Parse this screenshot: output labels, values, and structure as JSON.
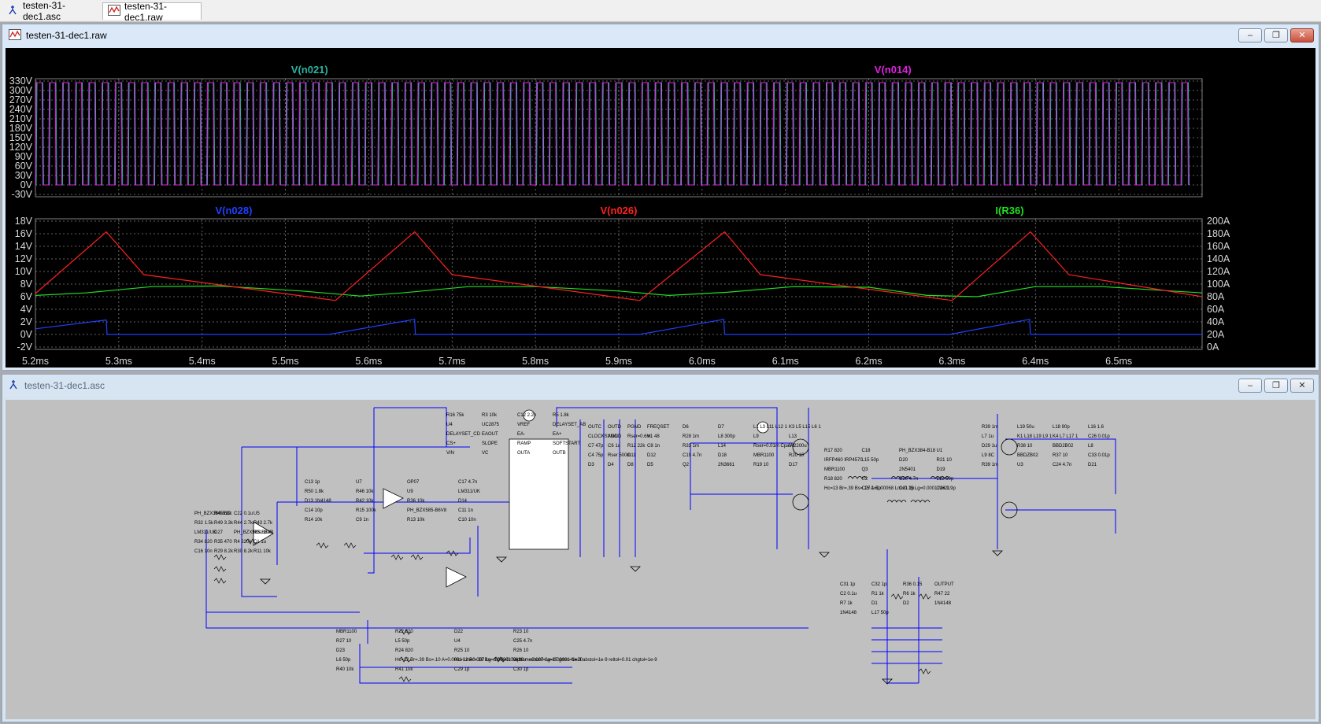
{
  "tabs": [
    {
      "label": "testen-31-dec1.asc",
      "icon": "schematic-icon"
    },
    {
      "label": "testen-31-dec1.raw",
      "icon": "waveform-icon"
    }
  ],
  "plot_window": {
    "title": "testen-31-dec1.raw",
    "icon": "waveform-icon",
    "buttons": {
      "minimize": "–",
      "restore": "❐",
      "close": "✕"
    }
  },
  "schematic_window": {
    "title": "testen-31-dec1.asc",
    "icon": "schematic-icon",
    "buttons": {
      "minimize": "–",
      "restore": "❐",
      "close": "✕"
    }
  },
  "colors": {
    "plot_bg": "#000000",
    "grid": "#808080",
    "trace_n021": "#2bb3a0",
    "trace_n014": "#e020e0",
    "trace_n028": "#2040ff",
    "trace_n026": "#ff2020",
    "trace_r36": "#20e020",
    "schematic_bg": "#c0c0c0",
    "wire": "#0000ff"
  },
  "chart_data": [
    {
      "type": "line",
      "pane": "top",
      "series": [
        {
          "name": "V(n021)",
          "shape": "square-wave",
          "low": 0,
          "high": 325
        },
        {
          "name": "V(n014)",
          "shape": "square-wave",
          "low": 0,
          "high": 325
        }
      ],
      "yticks": [
        "330V",
        "300V",
        "270V",
        "240V",
        "210V",
        "180V",
        "150V",
        "120V",
        "90V",
        "60V",
        "30V",
        "0V",
        "-30V"
      ],
      "ylim": [
        -30,
        330
      ],
      "xlim": [
        5.2,
        6.6
      ],
      "grid": true
    },
    {
      "type": "line",
      "pane": "bottom",
      "xticks": [
        "5.2ms",
        "5.3ms",
        "5.4ms",
        "5.5ms",
        "5.6ms",
        "5.7ms",
        "5.8ms",
        "5.9ms",
        "6.0ms",
        "6.1ms",
        "6.2ms",
        "6.3ms",
        "6.4ms",
        "6.5ms"
      ],
      "xlim": [
        5.2,
        6.6
      ],
      "yticks_left": [
        "18V",
        "16V",
        "14V",
        "12V",
        "10V",
        "8V",
        "6V",
        "4V",
        "2V",
        "0V",
        "-2V"
      ],
      "ylim_left": [
        -2,
        18
      ],
      "yticks_right": [
        "200A",
        "180A",
        "160A",
        "140A",
        "120A",
        "100A",
        "80A",
        "60A",
        "40A",
        "20A",
        "0A"
      ],
      "ylim_right": [
        0,
        200
      ],
      "grid": true,
      "series": [
        {
          "name": "V(n028)",
          "axis": "left",
          "x": [
            5.2,
            5.285,
            5.286,
            5.552,
            5.655,
            5.656,
            5.925,
            6.026,
            6.027,
            6.297,
            6.393,
            6.394,
            6.6
          ],
          "y": [
            0.9,
            2.3,
            0,
            0,
            2.4,
            0,
            0,
            2.4,
            0,
            0,
            2.4,
            0,
            0
          ]
        },
        {
          "name": "V(n026)",
          "axis": "left",
          "x": [
            5.2,
            5.285,
            5.33,
            5.56,
            5.655,
            5.7,
            5.925,
            6.027,
            6.07,
            6.3,
            6.394,
            6.44,
            6.6
          ],
          "y": [
            6.5,
            16.3,
            9.5,
            5.4,
            16.3,
            9.5,
            5.4,
            16.3,
            9.5,
            5.4,
            16.3,
            9.5,
            6.0
          ]
        },
        {
          "name": "I(R36)",
          "axis": "right",
          "x": [
            5.2,
            5.26,
            5.34,
            5.42,
            5.52,
            5.59,
            5.64,
            5.72,
            5.8,
            5.9,
            5.96,
            6.03,
            6.11,
            6.2,
            6.27,
            6.33,
            6.4,
            6.48,
            6.6
          ],
          "y": [
            82,
            86,
            96,
            97,
            89,
            81,
            86,
            96,
            96,
            89,
            82,
            87,
            96,
            95,
            82,
            80,
            96,
            96,
            86
          ]
        }
      ]
    }
  ],
  "schematic": {
    "labels": [
      "PH_BZX384-B12",
      "R45 68k",
      "C22 0.1u",
      "U5",
      "R32 1.5k",
      "R49 3.3k",
      "R44 2.7k",
      "R43 2.7k",
      "LM311/UK",
      "D27",
      "PH_BZX585-B6V8",
      "R31 10k",
      "R34 820",
      "R35 470",
      "R4 220k",
      "C1 1u",
      "C16 10n",
      "R29 8.2k",
      "R30 8.2k",
      "R11 10k",
      "C13 1p",
      "U7",
      "OP07",
      "C17 4.7n",
      "R50 1.8k",
      "R46 10k",
      "U9",
      "LM311/UK",
      "D13 1N4148",
      "R42 10k",
      "R36 10k",
      "D14",
      "C14 10p",
      "R15 100k",
      "PH_BZX585-B6V8",
      "C11 1n",
      "R14 10k",
      "C9 1n",
      "R13 10k",
      "C10 10n",
      "R16 75k",
      "R3 10k",
      "C12 2.2n",
      "R5 1.8k",
      "U4",
      "UC2875",
      "VREF",
      "DELAYSET_AB",
      "DELAYSET_CD",
      "EAOUT",
      "EA-",
      "EA+",
      "CS+",
      "SLOPE",
      "RAMP",
      "SOFTSTART",
      "VIN",
      "VC",
      "OUTA",
      "OUTB",
      "OUTC",
      "OUTD",
      "PGND",
      "FREQSET",
      "CLOCKSYNC",
      "AGND",
      "Rser=0.6m",
      "V1 48",
      "C7 47p",
      "C6 1u",
      "R12 22k",
      "C8 1n",
      "C4 75p",
      "Rser 500m",
      "D11",
      "D12",
      "D3",
      "D4",
      "D8",
      "D5",
      "D6",
      "D7",
      "L1 L3 L11 L12 1",
      "K3 L5 L15 L6 1",
      "R28 1m",
      "L8 300p",
      "L9",
      "L13",
      "R33 1m",
      "L14",
      "Rser=0.01m Cpar=2200u",
      "V2",
      "C19 4.7n",
      "D18",
      "MBR1100",
      "R20 10",
      "Q2",
      "2N3661",
      "R19 10",
      "D17",
      "R17 820",
      "C18",
      "PH_BZX384-B18",
      "U1",
      "IRFP460 IRP4570",
      "L15 50p",
      "D20",
      "R21 10",
      "MBR1100",
      "Q3",
      "2N5401",
      "D19",
      "R18 820",
      "U2",
      "C20 4.7n",
      "L12 50p",
      "Hc=13 Br=.39 Bs=.15 A=0.00068 Lm=0.15 Lg=0.0001 N=21",
      "C27 1.5p",
      "C21 1p",
      "C28 1.9p",
      "R39 1m",
      "L19 50u",
      "L18 90p",
      "L16 1.6",
      "L7 1u",
      "K1 L18 L19 L9 1",
      "K4 L7 L17 1",
      "C26 0.01p",
      "D29 1u",
      "R38 10",
      "BBD2B02",
      "L8",
      "L9 8C",
      "BBDZB02",
      "R37 10",
      "C33 0.01p",
      "R39 1m",
      "U3",
      "C24 4.7n",
      "D21",
      "MBR1100",
      "R22 820",
      "D22",
      "R23 10",
      "R27 10",
      "L5 50p",
      "U4",
      "C25 4.7n",
      "D23",
      "R24 820",
      "R25 10",
      "R26 10",
      "L6 50p",
      "Hc=12 Br=.39 Bs=.10 A=0.0001 Lm=0.007 Lg=0.00001 N=20",
      "Hc=12 Br=.39 Bs=.10 A=0.0001 Lm=0.007 Lg=0.00001 N=20",
      ".option cshunt=1e-15 gmin=1e-9 abstol=1e-9 reltol=0.01 chgtol=1e-9",
      "R40 10k",
      "R41 10k",
      "C29 1p",
      "C30 1p",
      "C31 1p",
      "C32 1p",
      "R36 0.15",
      "OUTPUT",
      "C2 0.1u",
      "R1 1k",
      "R6 1k",
      "R47 22",
      "R7 1k",
      "D1",
      "D2",
      "1N4148",
      "1N4148",
      "L17 50p"
    ]
  }
}
